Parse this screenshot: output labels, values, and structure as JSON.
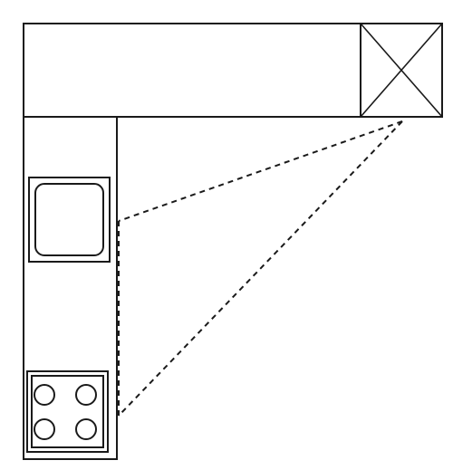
{
  "diagram": {
    "kind": "kitchen-floor-plan",
    "layout": "L-shaped",
    "fixtures": [
      {
        "id": "refrigerator",
        "icon": "cross-box-icon"
      },
      {
        "id": "sink",
        "icon": "sink-basin-icon"
      },
      {
        "id": "stove",
        "icon": "four-burner-cooktop-icon",
        "burners": 4
      }
    ],
    "work_triangle": {
      "vertices": [
        "refrigerator",
        "sink",
        "stove"
      ],
      "line_style": "dashed"
    },
    "colors": {
      "stroke": "#1a1a1a",
      "background": "#ffffff"
    }
  }
}
